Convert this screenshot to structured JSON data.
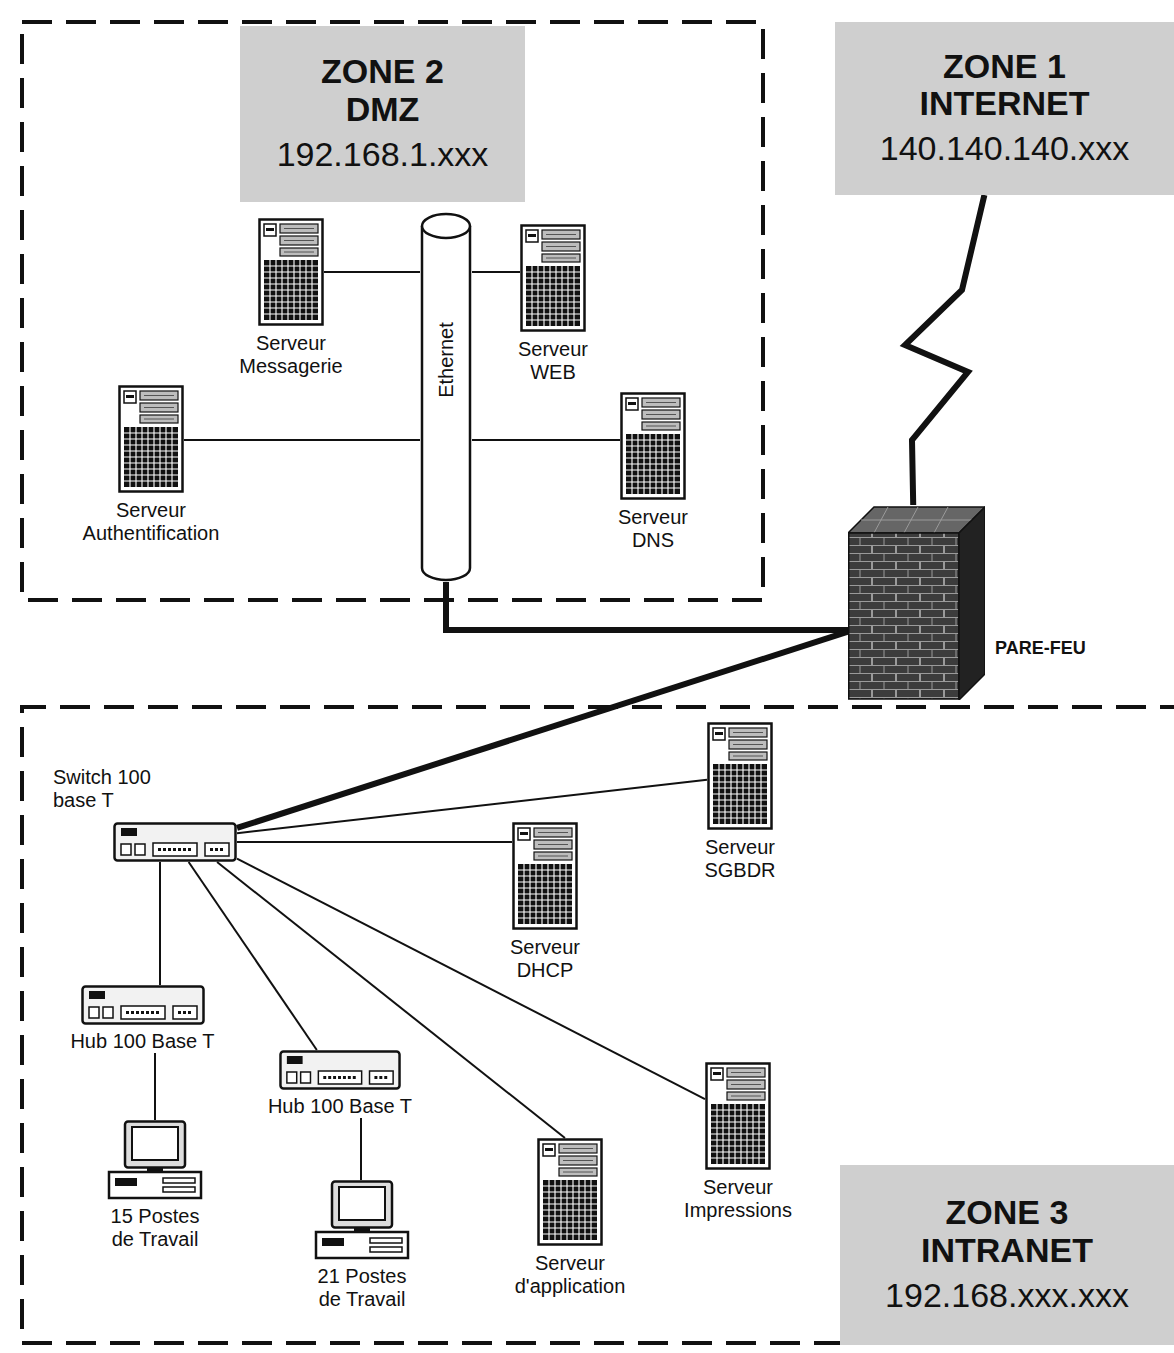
{
  "diagram": {
    "nodes": [
      {
        "text": [
          "ZONE 2 DMZ",
          "192.168.1.xxx"
        ]
      },
      {
        "text": [
          "Serveur Messagerie"
        ],
        "in": 0
      },
      {
        "text": [
          "Ethernet"
        ],
        "in": 0
      },
      {
        "text": [
          "Serveur WEB"
        ],
        "in": 0
      },
      {
        "text": [
          "Serveur Authentification"
        ],
        "in": 0
      },
      {
        "text": [
          "Serveur DNS"
        ],
        "in": 0
      },
      {
        "text": [
          "ZONE 1 INTERNET",
          "140.140.140.xxx"
        ]
      },
      {
        "text": [
          "PARE-FEU"
        ]
      },
      {
        "text": [
          "ZONE 3 INTRANET",
          "192.168.xxx.xxx"
        ]
      },
      {
        "text": [
          "Switch 100 base T"
        ],
        "in": 8
      },
      {
        "text": [
          "Serveur SGBDR"
        ],
        "in": 8
      },
      {
        "text": [
          "Serveur DHCP"
        ],
        "in": 8
      },
      {
        "text": [
          "Hub 100 Base T"
        ],
        "in": 8
      },
      {
        "text": [
          "Hub 100 Base T"
        ],
        "in": 8
      },
      {
        "text": [
          "15 Postes de Travail"
        ],
        "in": 8
      },
      {
        "text": [
          "Serveur Impressions"
        ],
        "in": 8
      },
      {
        "text": [
          "21 Postes de Travail"
        ],
        "in": 8
      },
      {
        "text": [
          "Serveur d'application"
        ],
        "in": 8
      }
    ],
    "edges": [
      {
        "from": 1,
        "to": 2,
        "arrow": "none"
      },
      {
        "from": 3,
        "to": 2,
        "arrow": "none"
      },
      {
        "from": 4,
        "to": 2,
        "arrow": "none"
      },
      {
        "from": 5,
        "to": 2,
        "arrow": "none"
      },
      {
        "from": 2,
        "to": 7,
        "arrow": "none"
      },
      {
        "from": 6,
        "to": 7,
        "arrow": "none"
      },
      {
        "from": 9,
        "to": 7,
        "arrow": "none"
      },
      {
        "from": 9,
        "to": 10,
        "arrow": "none"
      },
      {
        "from": 9,
        "to": 11,
        "arrow": "none"
      },
      {
        "from": 9,
        "to": 12,
        "arrow": "none"
      },
      {
        "from": 9,
        "to": 13,
        "arrow": "none"
      },
      {
        "from": 9,
        "to": 15,
        "arrow": "none"
      },
      {
        "from": 9,
        "to": 17,
        "arrow": "none"
      },
      {
        "from": 12,
        "to": 14,
        "arrow": "none"
      },
      {
        "from": 13,
        "to": 16,
        "arrow": "none"
      }
    ]
  }
}
